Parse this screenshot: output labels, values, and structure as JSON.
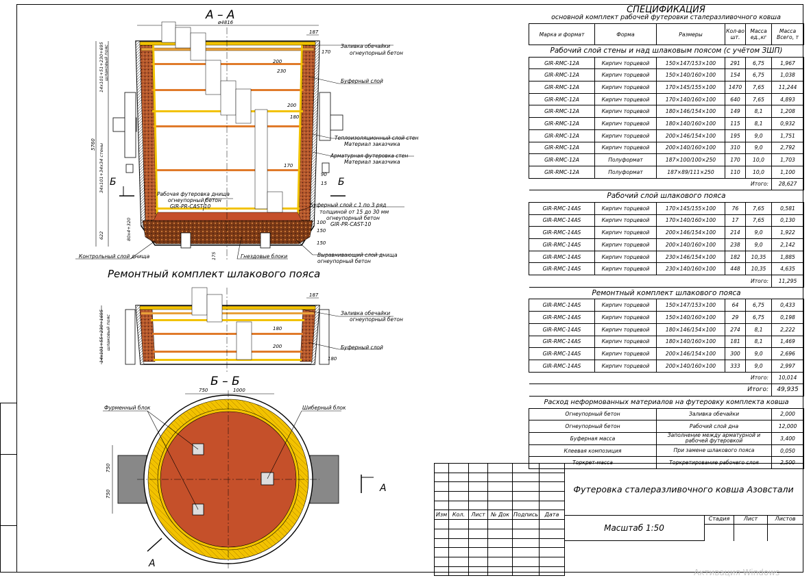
{
  "drawing": {
    "section_aa": "А – А",
    "section_bb": "Б – Б",
    "dim_diameter": "ø4816",
    "dim_187": "187",
    "dim_170": "170",
    "dim_200": "200",
    "dim_230": "230",
    "dim_180": "180",
    "dim_90": "90",
    "dim_15": "15",
    "dim_150": "150",
    "dim_100": "100",
    "dim_175": "175",
    "dim_5760": "5760",
    "dim_622": "622",
    "dim_750": "750",
    "dim_1000": "1000",
    "dim_v1": "14х101+51+230+695",
    "dim_v1b": "шлаковый пояс",
    "dim_v2": "34х101+34х34 стены",
    "dim_v3": "80х4+320",
    "dim_v4": "14х101+55+230+1695",
    "dim_v4b": "шлаковый пояс",
    "label_b": "Б",
    "label_a": "А",
    "repair_title": "Ремонтный комплект шлакового пояса",
    "callouts": [
      "Заливка обечайки",
      "огнеупорный бетон",
      "Буферный слой",
      "Теплоизоляционный слой стен",
      "Материал заказчика",
      "Арматурная футеровка стен",
      "Материал заказчика",
      "Рабочая футеровка днища",
      "огнеупорный бетон",
      "GIR-PR-CAST-10",
      "Буферный слой с 1 по 3 ряд",
      "толщиной от 15 до 30 мм",
      "огнеупорный бетон",
      "GIR-PR-CAST-10",
      "Контрольный слой днища",
      "Гнездовые блоки",
      "Выравнивающий слой днища",
      "огнеупорный бетон",
      "Заливка обечайки",
      "огнеупорный бетон",
      "Буферный слой",
      "Фурменный блок",
      "Шиберный блок"
    ]
  },
  "spec": {
    "title": "СПЕЦИФИКАЦИЯ",
    "subtitle": "основной комплект рабочей футеровки сталеразливочного ковша",
    "headers": [
      "Марка и формат",
      "Форма",
      "Размеры",
      "Кол-во шт.",
      "Масса ед.,кг",
      "Масса Всего, т"
    ],
    "sections": [
      {
        "title": "Рабочий слой стены и над шлаковым поясом (с учётом ЗШП)",
        "rows": [
          [
            "GIR-RMC-12A",
            "Кирпич торцевой",
            "150×147/153×100",
            "291",
            "6,75",
            "1,967"
          ],
          [
            "GIR-RMC-12A",
            "Кирпич торцевой",
            "150×140/160×100",
            "154",
            "6,75",
            "1,038"
          ],
          [
            "GIR-RMC-12A",
            "Кирпич торцевой",
            "170×145/155×100",
            "1470",
            "7,65",
            "11,244"
          ],
          [
            "GIR-RMC-12A",
            "Кирпич торцевой",
            "170×140/160×100",
            "640",
            "7,65",
            "4,893"
          ],
          [
            "GIR-RMC-12A",
            "Кирпич торцевой",
            "180×146/154×100",
            "149",
            "8,1",
            "1,208"
          ],
          [
            "GIR-RMC-12A",
            "Кирпич торцевой",
            "180×140/160×100",
            "115",
            "8,1",
            "0,932"
          ],
          [
            "GIR-RMC-12A",
            "Кирпич торцевой",
            "200×146/154×100",
            "195",
            "9,0",
            "1,751"
          ],
          [
            "GIR-RMC-12A",
            "Кирпич торцевой",
            "200×140/160×100",
            "310",
            "9,0",
            "2,792"
          ],
          [
            "GIR-RMC-12A",
            "Полуформат",
            "187×100/100×250",
            "170",
            "10,0",
            "1,703"
          ],
          [
            "GIR-RMC-12A",
            "Полуформат",
            "187×89/111×250",
            "110",
            "10,0",
            "1,100"
          ]
        ],
        "total_label": "Итого:",
        "total": "28,627"
      },
      {
        "title": "Рабочий слой шлакового пояса",
        "rows": [
          [
            "GIR-RMC-14AS",
            "Кирпич торцевой",
            "170×145/155×100",
            "76",
            "7,65",
            "0,581"
          ],
          [
            "GIR-RMC-14AS",
            "Кирпич торцевой",
            "170×140/160×100",
            "17",
            "7,65",
            "0,130"
          ],
          [
            "GIR-RMC-14AS",
            "Кирпич торцевой",
            "200×146/154×100",
            "214",
            "9,0",
            "1,922"
          ],
          [
            "GIR-RMC-14AS",
            "Кирпич торцевой",
            "200×140/160×100",
            "238",
            "9,0",
            "2,142"
          ],
          [
            "GIR-RMC-14AS",
            "Кирпич торцевой",
            "230×146/154×100",
            "182",
            "10,35",
            "1,885"
          ],
          [
            "GIR-RMC-14AS",
            "Кирпич торцевой",
            "230×140/160×100",
            "448",
            "10,35",
            "4,635"
          ]
        ],
        "total_label": "Итого:",
        "total": "11,295"
      },
      {
        "title": "Ремонтный комплект шлакового пояса",
        "rows": [
          [
            "GIR-RMC-14AS",
            "Кирпич торцевой",
            "150×147/153×100",
            "64",
            "6,75",
            "0,433"
          ],
          [
            "GIR-RMC-14AS",
            "Кирпич торцевой",
            "150×140/160×100",
            "29",
            "6,75",
            "0,198"
          ],
          [
            "GIR-RMC-14AS",
            "Кирпич торцевой",
            "180×146/154×100",
            "274",
            "8,1",
            "2,222"
          ],
          [
            "GIR-RMC-14AS",
            "Кирпич торцевой",
            "180×140/160×100",
            "181",
            "8,1",
            "1,469"
          ],
          [
            "GIR-RMC-14AS",
            "Кирпич торцевой",
            "200×146/154×100",
            "300",
            "9,0",
            "2,696"
          ],
          [
            "GIR-RMC-14AS",
            "Кирпич торцевой",
            "200×140/160×100",
            "333",
            "9,0",
            "2,997"
          ]
        ],
        "total_label": "Итого:",
        "total": "10,014"
      }
    ],
    "grand_total_label": "Итого:",
    "grand_total": "49,935",
    "unshaped_title": "Расход неформованных материалов на футеровку комплекта ковша",
    "unshaped": [
      [
        "Огнеупорный бетон",
        "Заливка обечайки",
        "2,000"
      ],
      [
        "Огнеупорный бетон",
        "Рабочий слой дна",
        "12,000"
      ],
      [
        "Буферная масса",
        "Заполнение между арматурной и рабочей футеровкой",
        "3,400"
      ],
      [
        "Клеевая композиция",
        "При замене шлакового пояса",
        "0,050"
      ],
      [
        "Торкрет-масса",
        "Торкретирование рабочего слоя",
        "2,500"
      ]
    ]
  },
  "stamp": {
    "title": "Футеровка сталеразливочного ковша Азовстали",
    "scale": "Масштаб 1:50",
    "cols": [
      "Изм",
      "Кол.",
      "Лист",
      "№ Док",
      "Подпись",
      "Дата"
    ],
    "stage": "Стадия",
    "sheet": "Лист",
    "sheets": "Листов"
  },
  "watermark": "Активация Windows",
  "colors": {
    "brick_red": "#c5502a",
    "brick_dark": "#8a2e12",
    "yellow": "#f2c200",
    "orange": "#e07a2a",
    "hatch": "#7a4a2a"
  }
}
